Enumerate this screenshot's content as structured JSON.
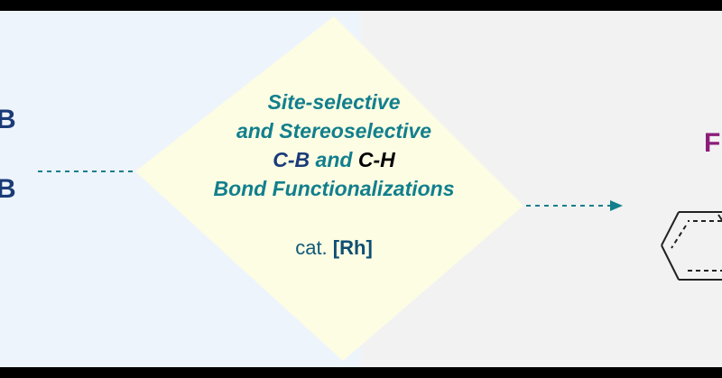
{
  "left": {
    "b_top": "B",
    "b_bottom": "B"
  },
  "center": {
    "line1": "Site-selective",
    "line2": "and Stereoselective",
    "cb": "C-B",
    "and": "and",
    "ch": "C-H",
    "line4": "Bond Functionalizations",
    "cat_prefix": "cat.",
    "cat_metal": "[Rh]"
  },
  "right": {
    "partial_label": "F"
  },
  "colors": {
    "diamond": "#fdfde4",
    "teal": "#127f8c",
    "navy": "#1a3b78",
    "purple": "#8b1e7a"
  }
}
